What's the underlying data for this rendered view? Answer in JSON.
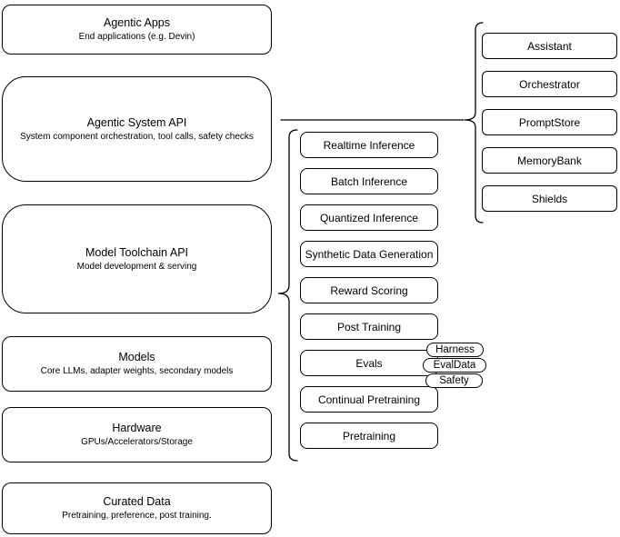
{
  "colors": {
    "stroke": "#000000",
    "background": "#ffffff",
    "text": "#000000"
  },
  "stack_layers": [
    {
      "title": "Agentic Apps",
      "subtitle": "End applications (e.g. Devin)"
    },
    {
      "title": "Agentic System API",
      "subtitle": "System component orchestration, tool calls, safety checks"
    },
    {
      "title": "Model Toolchain API",
      "subtitle": "Model development & serving"
    },
    {
      "title": "Models",
      "subtitle": "Core LLMs, adapter weights, secondary models"
    },
    {
      "title": "Hardware",
      "subtitle": "GPUs/Accelerators/Storage"
    },
    {
      "title": "Curated Data",
      "subtitle": "Pretraining, preference, post training."
    }
  ],
  "toolchain_items": [
    "Realtime Inference",
    "Batch Inference",
    "Quantized Inference",
    "Synthetic Data Generation",
    "Reward Scoring",
    "Post Training",
    "Evals",
    "Continual Pretraining",
    "Pretraining"
  ],
  "evals_tags": [
    "Harness",
    "EvalData",
    "Safety"
  ],
  "system_components": [
    "Assistant",
    "Orchestrator",
    "PromptStore",
    "MemoryBank",
    "Shields"
  ]
}
